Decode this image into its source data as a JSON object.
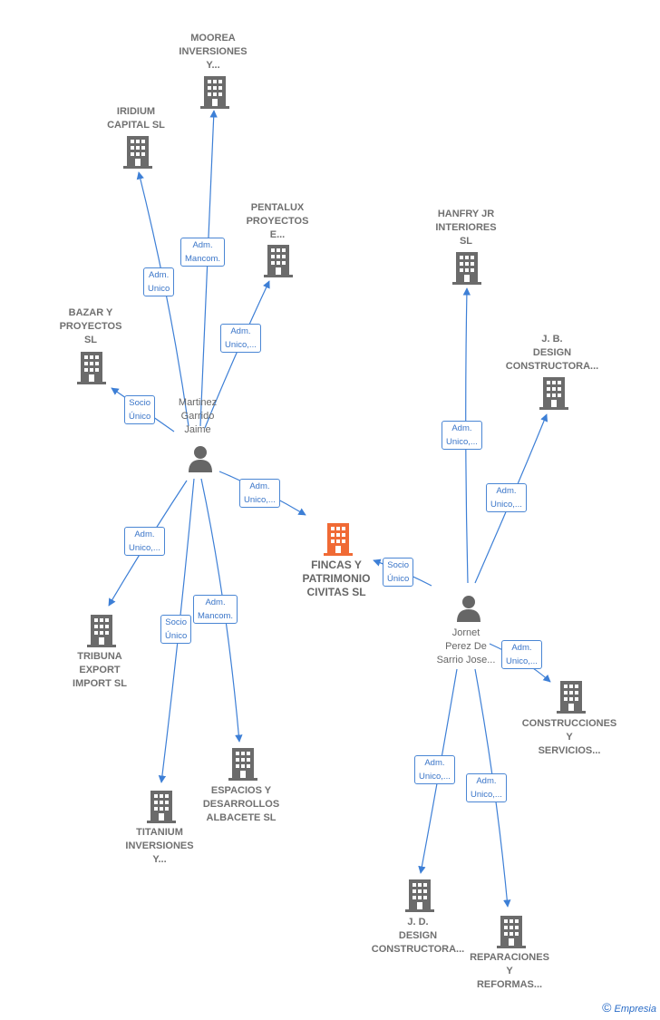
{
  "nodes": {
    "main": {
      "label": "FINCAS Y\nPATRIMONIO\nCIVITAS  SL",
      "color": "#f06a35"
    },
    "moorea": {
      "label": "MOOREA\nINVERSIONES\nY..."
    },
    "iridium": {
      "label": "IRIDIUM\nCAPITAL  SL"
    },
    "pentalux": {
      "label": "PENTALUX\nPROYECTOS\nE..."
    },
    "bazar": {
      "label": "BAZAR Y\nPROYECTOS\nSL"
    },
    "hanfry": {
      "label": "HANFRY JR\nINTERIORES\nSL"
    },
    "jbdesign": {
      "label": "J. B.\nDESIGN\nCONSTRUCTORA..."
    },
    "tribuna": {
      "label": "TRIBUNA\nEXPORT\nIMPORT  SL"
    },
    "espacios": {
      "label": "ESPACIOS Y\nDESARROLLOS\nALBACETE  SL"
    },
    "titanium": {
      "label": "TITANIUM\nINVERSIONES\nY..."
    },
    "construcc": {
      "label": "CONSTRUCCIONES\nY\nSERVICIOS..."
    },
    "jddesign": {
      "label": "J. D.\nDESIGN\nCONSTRUCTORA..."
    },
    "reparac": {
      "label": "REPARACIONES\nY\nREFORMAS..."
    },
    "martinez": {
      "label": "Martinez\nGarrido\nJaime"
    },
    "jornet": {
      "label": "Jornet\nPerez De\nSarrio Jose..."
    }
  },
  "badges": {
    "b_moorea": "Adm.\nMancom.",
    "b_iridium": "Adm.\nUnico",
    "b_pentalux": "Adm.\nUnico,...",
    "b_bazar": "Socio\nÚnico",
    "b_main_m": "Adm.\nUnico,...",
    "b_tribuna": "Adm.\nUnico,...",
    "b_espacios": "Adm.\nMancom.",
    "b_titanium": "Socio\nÚnico",
    "b_hanfry": "Adm.\nUnico,...",
    "b_jbdesign": "Adm.\nUnico,...",
    "b_main_j": "Socio\nÚnico",
    "b_construc": "Adm.\nUnico,...",
    "b_jddesign": "Adm.\nUnico,...",
    "b_reparac": "Adm.\nUnico,..."
  },
  "colors": {
    "edge": "#3d7fd6",
    "building": "#6b6b6b",
    "person": "#666666"
  },
  "footer": {
    "copyright": "©",
    "brand": "Empresia"
  }
}
